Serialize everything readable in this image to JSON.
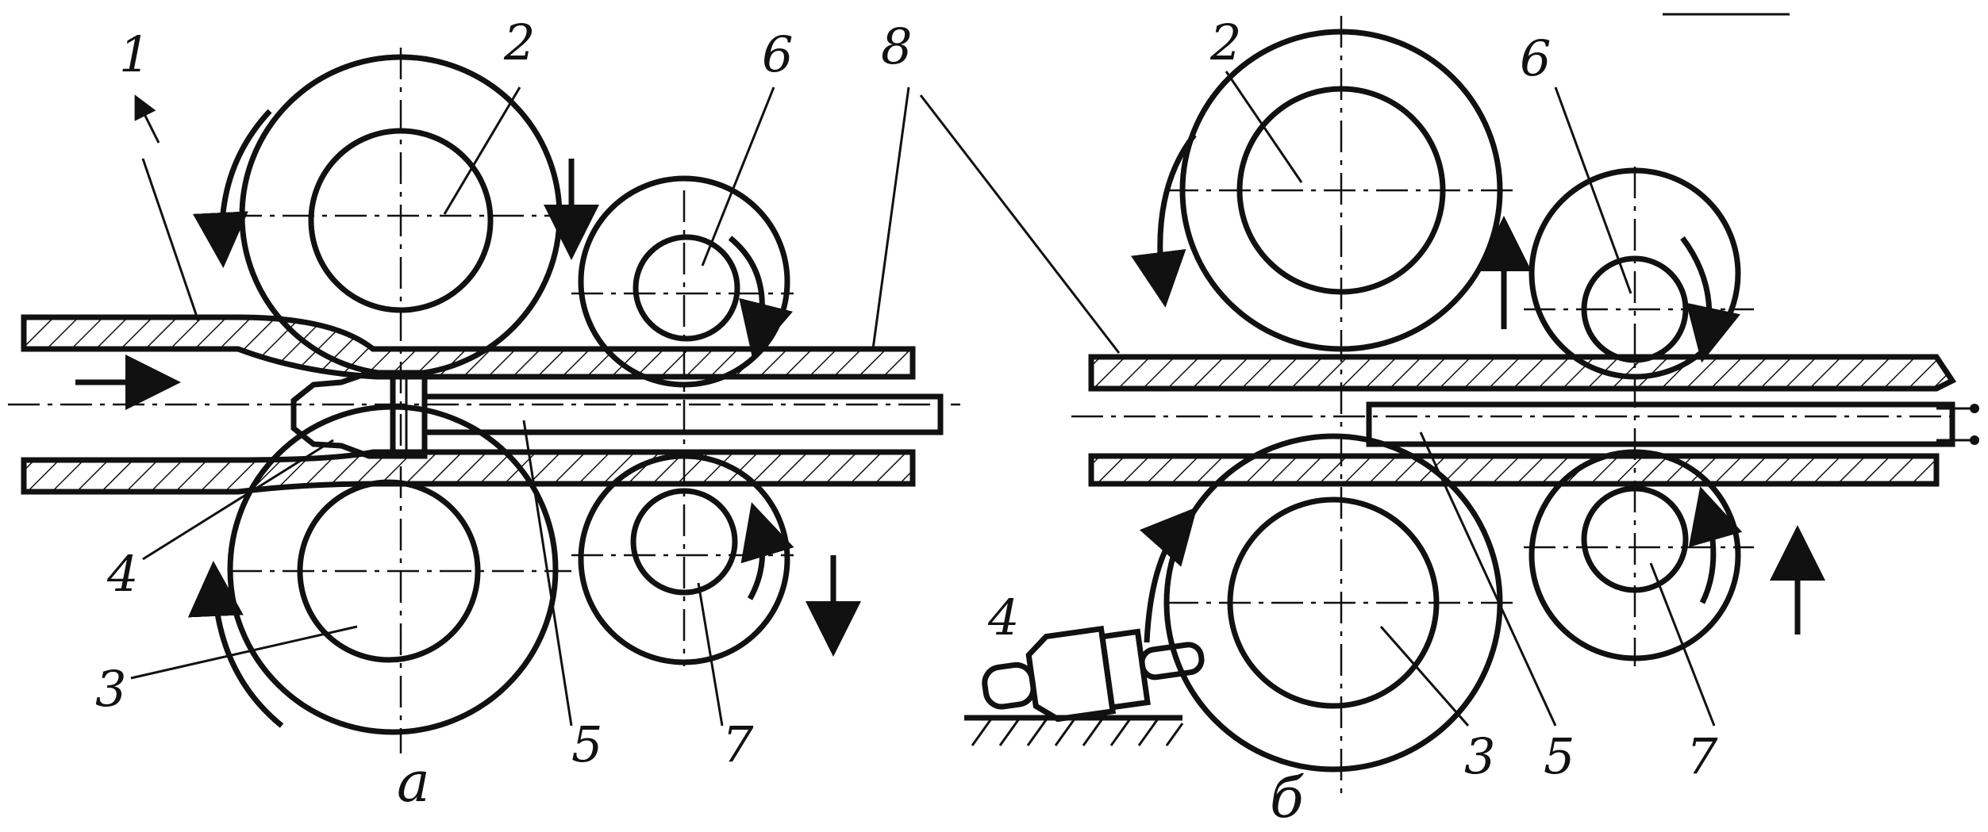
{
  "panel_a": {
    "caption": "а",
    "labels": {
      "l1": "1",
      "l2": "2",
      "l3": "3",
      "l4": "4",
      "l5": "5",
      "l6": "6",
      "l7": "7",
      "l8": "8"
    }
  },
  "panel_b": {
    "caption": "б",
    "labels": {
      "l2": "2",
      "l3": "3",
      "l4": "4",
      "l5": "5",
      "l6": "6",
      "l7": "7"
    }
  },
  "colors": {
    "ink": "#111111",
    "paper": "#ffffff"
  }
}
